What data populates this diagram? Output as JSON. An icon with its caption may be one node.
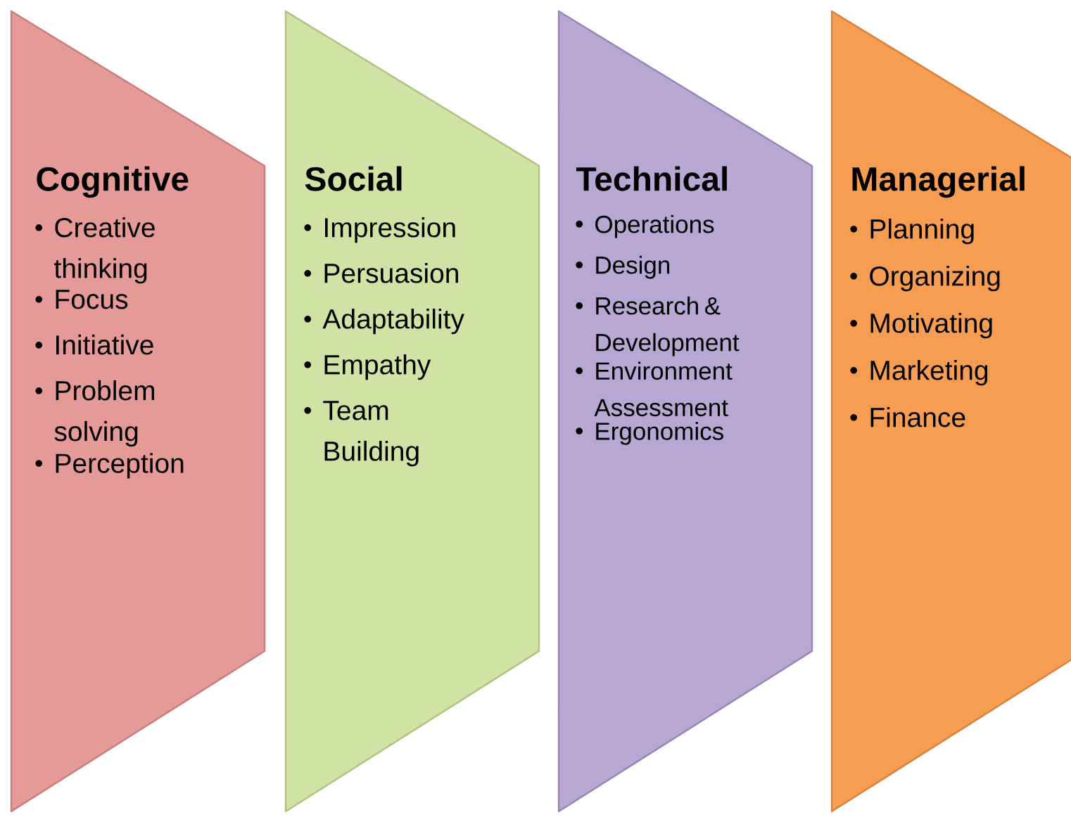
{
  "diagram": {
    "nodes": [
      {
        "text": [
          "Cognitive",
          "Creative thinking",
          "Focus",
          "Initiative",
          "Problem solving",
          "Perception"
        ]
      },
      {
        "text": [
          "Social",
          "Impression",
          "Persuasion",
          "Adaptability",
          "Empathy",
          "Team Building"
        ]
      },
      {
        "text": [
          "Technical",
          "Operations",
          "Design",
          "Research & Development",
          "Environment Assessment",
          "Ergonomics"
        ]
      },
      {
        "text": [
          "Managerial",
          "Planning",
          "Organizing",
          "Motivating",
          "Marketing",
          "Finance"
        ]
      }
    ]
  }
}
